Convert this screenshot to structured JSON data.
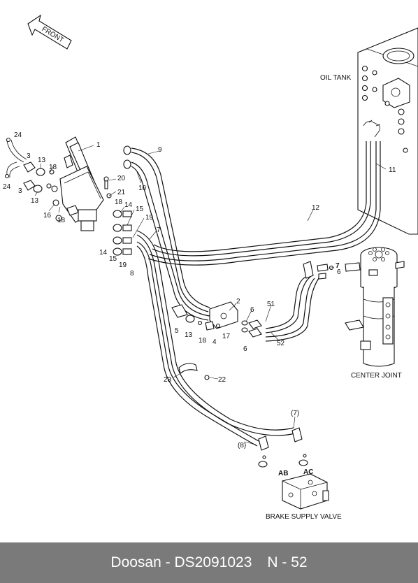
{
  "footer": {
    "brand_doc": "Doosan - DS2091023",
    "page": "N - 52"
  },
  "front_arrow_label": "FRONT",
  "captions": {
    "oil_tank": "OIL TANK",
    "center_joint": "CENTER JOINT",
    "brake_supply_valve": "BRAKE SUPPLY VALVE"
  },
  "port_labels": {
    "ab": "AB",
    "ac": "AC"
  },
  "callouts": {
    "c1": "1",
    "c2": "2",
    "c3a": "3",
    "c3b": "3",
    "c4": "4",
    "c5": "5",
    "c6a": "6",
    "c6b": "6",
    "c6c": "6",
    "c7a": "7",
    "c7b": "7",
    "c7c": "(7)",
    "c8a": "8",
    "c8b": "(8)",
    "c9": "9",
    "c10": "10",
    "c11": "11",
    "c12": "12",
    "c13a": "13",
    "c13b": "13",
    "c13c": "13",
    "c14a": "14",
    "c14b": "14",
    "c15a": "15",
    "c15b": "15",
    "c16": "16",
    "c17": "17",
    "c18a": "18",
    "c18b": "18",
    "c18c": "18",
    "c18d": "18",
    "c19a": "19",
    "c19b": "19",
    "c20": "20",
    "c21": "21",
    "c22": "22",
    "c23": "23",
    "c24a": "24",
    "c24b": "24",
    "c51": "51",
    "c52": "52"
  }
}
